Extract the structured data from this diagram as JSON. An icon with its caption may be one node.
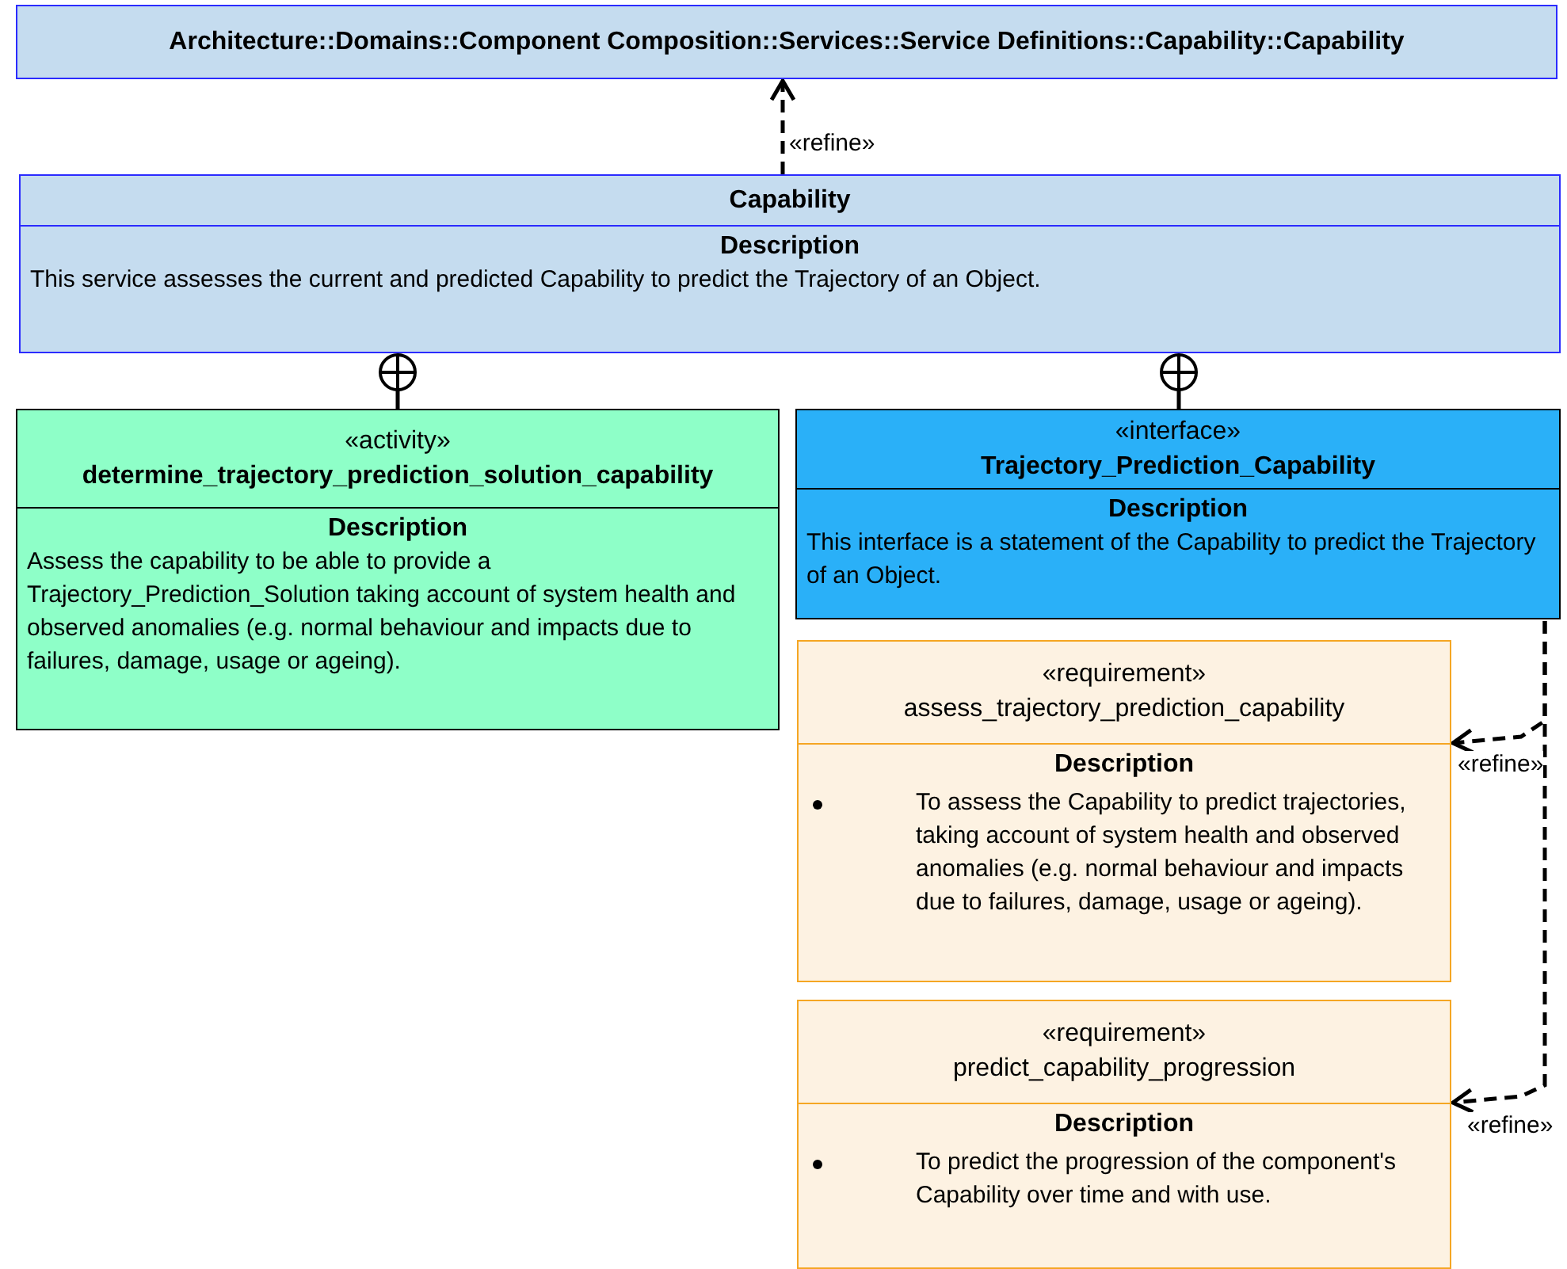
{
  "diagram": {
    "nodes": [
      {
        "text": [
          "Architecture::Domains::Component Composition::Services::Service Definitions::Capability::Capability"
        ]
      },
      {
        "text": [
          "Capability",
          "Description",
          "This service assesses the current and predicted Capability to predict the Trajectory of an Object."
        ]
      },
      {
        "text": [
          "«activity»",
          "determine_trajectory_prediction_solution_capability",
          "Description",
          "Assess the capability to be able to provide a Trajectory_Prediction_Solution taking account of system health and observed anomalies (e.g. normal behaviour and impacts due to failures, damage, usage or ageing)."
        ]
      },
      {
        "text": [
          "«interface»",
          "Trajectory_Prediction_Capability",
          "Description",
          "This interface is a statement of the Capability to predict the Trajectory of an Object."
        ]
      },
      {
        "text": [
          "«requirement»",
          "assess_trajectory_prediction_capability",
          "Description",
          "To assess the Capability to predict trajectories, taking account of system health and observed anomalies (e.g. normal behaviour and impacts due to failures, damage, usage or ageing)."
        ]
      },
      {
        "text": [
          "«requirement»",
          "predict_capability_progression",
          "Description",
          "To predict the progression of the component's Capability over time and with use."
        ]
      }
    ],
    "edges": [
      {
        "from": 1,
        "to": 0,
        "arrow": "to",
        "style": "dashed",
        "label": "«refine»"
      },
      {
        "from": 2,
        "to": 1,
        "arrow": "other"
      },
      {
        "from": 3,
        "to": 1,
        "arrow": "other"
      },
      {
        "from": 3,
        "to": 4,
        "arrow": "to",
        "style": "dashed",
        "label": "«refine»"
      },
      {
        "from": 3,
        "to": 5,
        "arrow": "to",
        "style": "dashed",
        "label": "«refine»"
      }
    ]
  }
}
